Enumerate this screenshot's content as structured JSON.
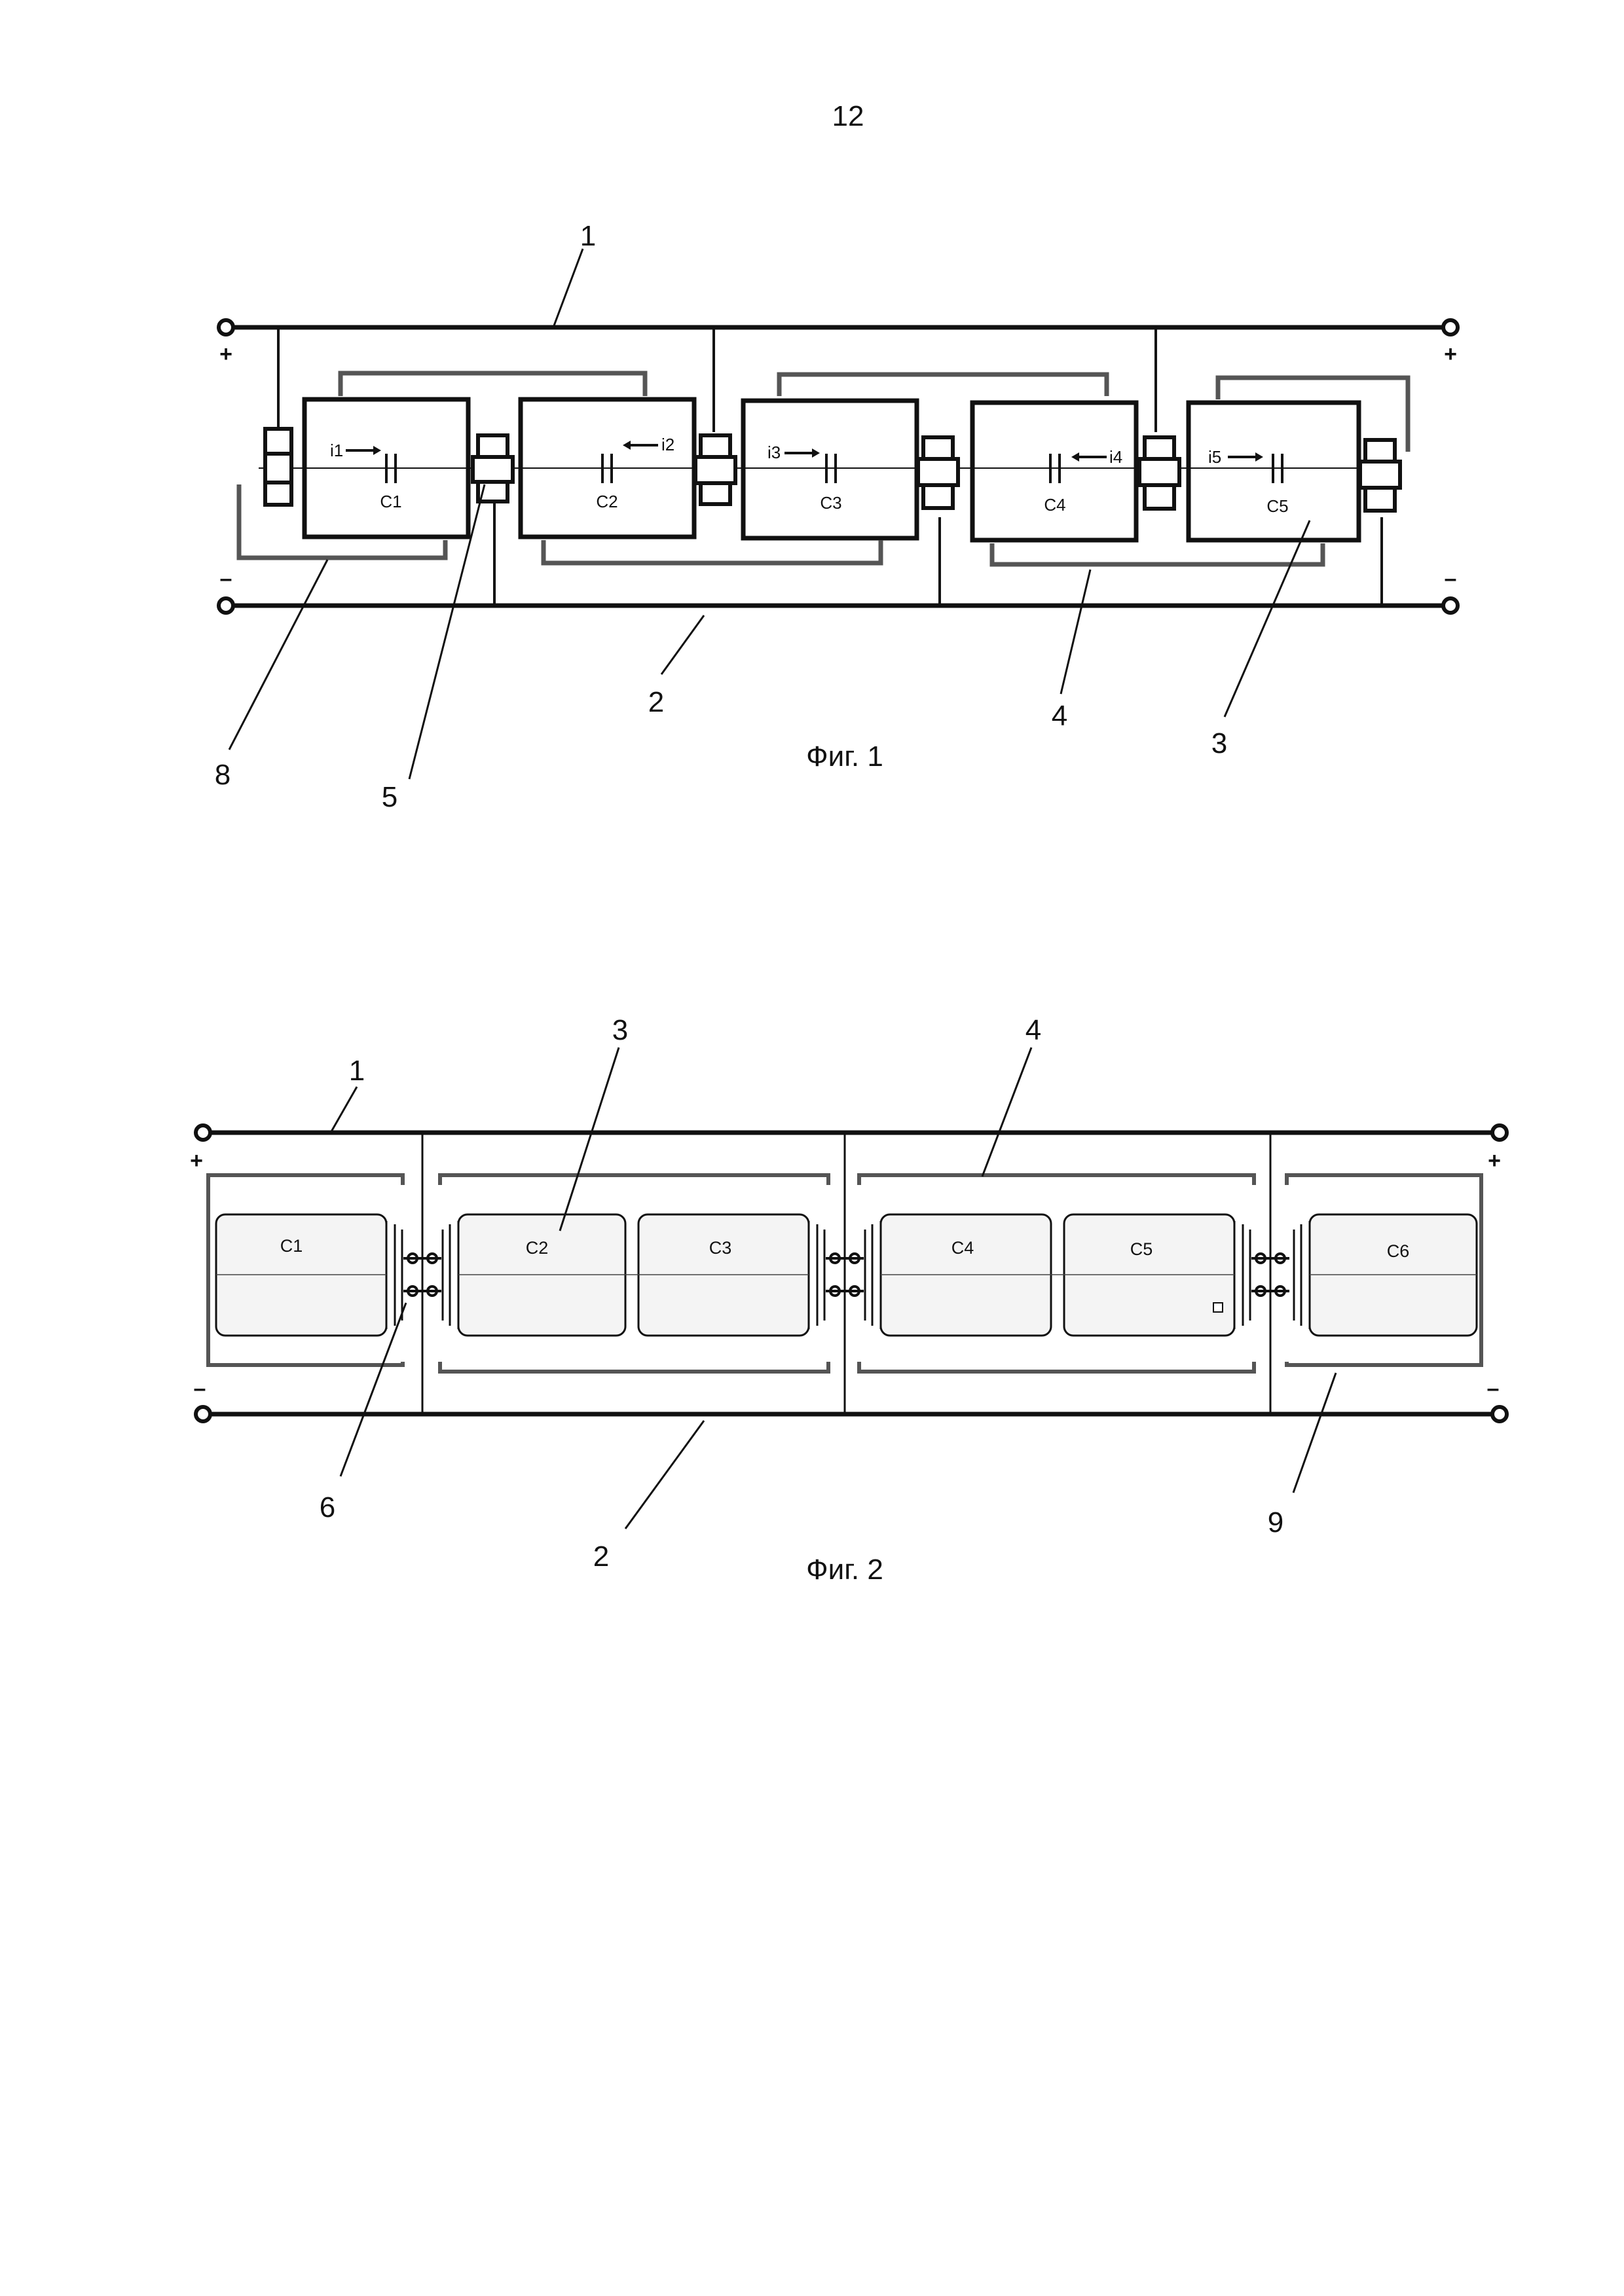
{
  "page_number": "12",
  "figure1": {
    "caption": "Фиг. 1",
    "callouts": [
      "1",
      "2",
      "3",
      "4",
      "5",
      "8"
    ],
    "plus_sign": "+",
    "minus_sign": "–",
    "modules": [
      {
        "cap": "C1",
        "current": "i1",
        "direction": "right"
      },
      {
        "cap": "C2",
        "current": "i2",
        "direction": "left"
      },
      {
        "cap": "C3",
        "current": "i3",
        "direction": "right"
      },
      {
        "cap": "C4",
        "current": "i4",
        "direction": "left"
      },
      {
        "cap": "C5",
        "current": "i5",
        "direction": "right"
      }
    ]
  },
  "figure2": {
    "caption": "Фиг. 2",
    "callouts": [
      "1",
      "2",
      "3",
      "4",
      "6",
      "9"
    ],
    "plus_sign": "+",
    "minus_sign": "–",
    "capacitors": [
      "C1",
      "C2",
      "C3",
      "C4",
      "C5",
      "C6"
    ]
  },
  "colors": {
    "line": "#111111",
    "bracket": "#666666",
    "can_fill": "#f4f4f4"
  }
}
